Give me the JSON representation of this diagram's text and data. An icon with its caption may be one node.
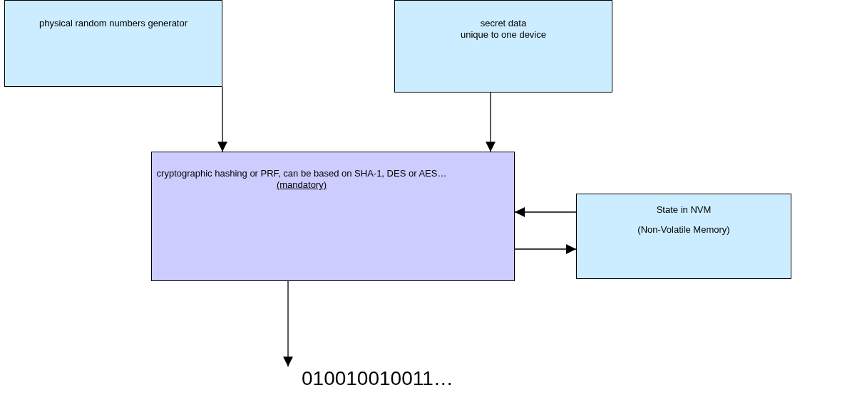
{
  "diagram": {
    "nodes": [
      {
        "text": [
          "physical random numbers generator"
        ]
      },
      {
        "text": [
          "secret data",
          "unique to one device"
        ]
      },
      {
        "text": [
          "cryptographic hashing or PRF, can be based on SHA-1, DES or AES…",
          "(mandatory)"
        ]
      },
      {
        "text": [
          "State in NVM",
          "(Non-Volatile Memory)"
        ]
      },
      {
        "text": [
          "010010010011…"
        ]
      }
    ],
    "edges": [
      {
        "from": 0,
        "to": 2,
        "arrow": "to"
      },
      {
        "from": 1,
        "to": 2,
        "arrow": "to"
      },
      {
        "from": 3,
        "to": 2,
        "arrow": "to"
      },
      {
        "from": 2,
        "to": 3,
        "arrow": "to"
      },
      {
        "from": 2,
        "to": 4,
        "arrow": "to"
      }
    ]
  }
}
